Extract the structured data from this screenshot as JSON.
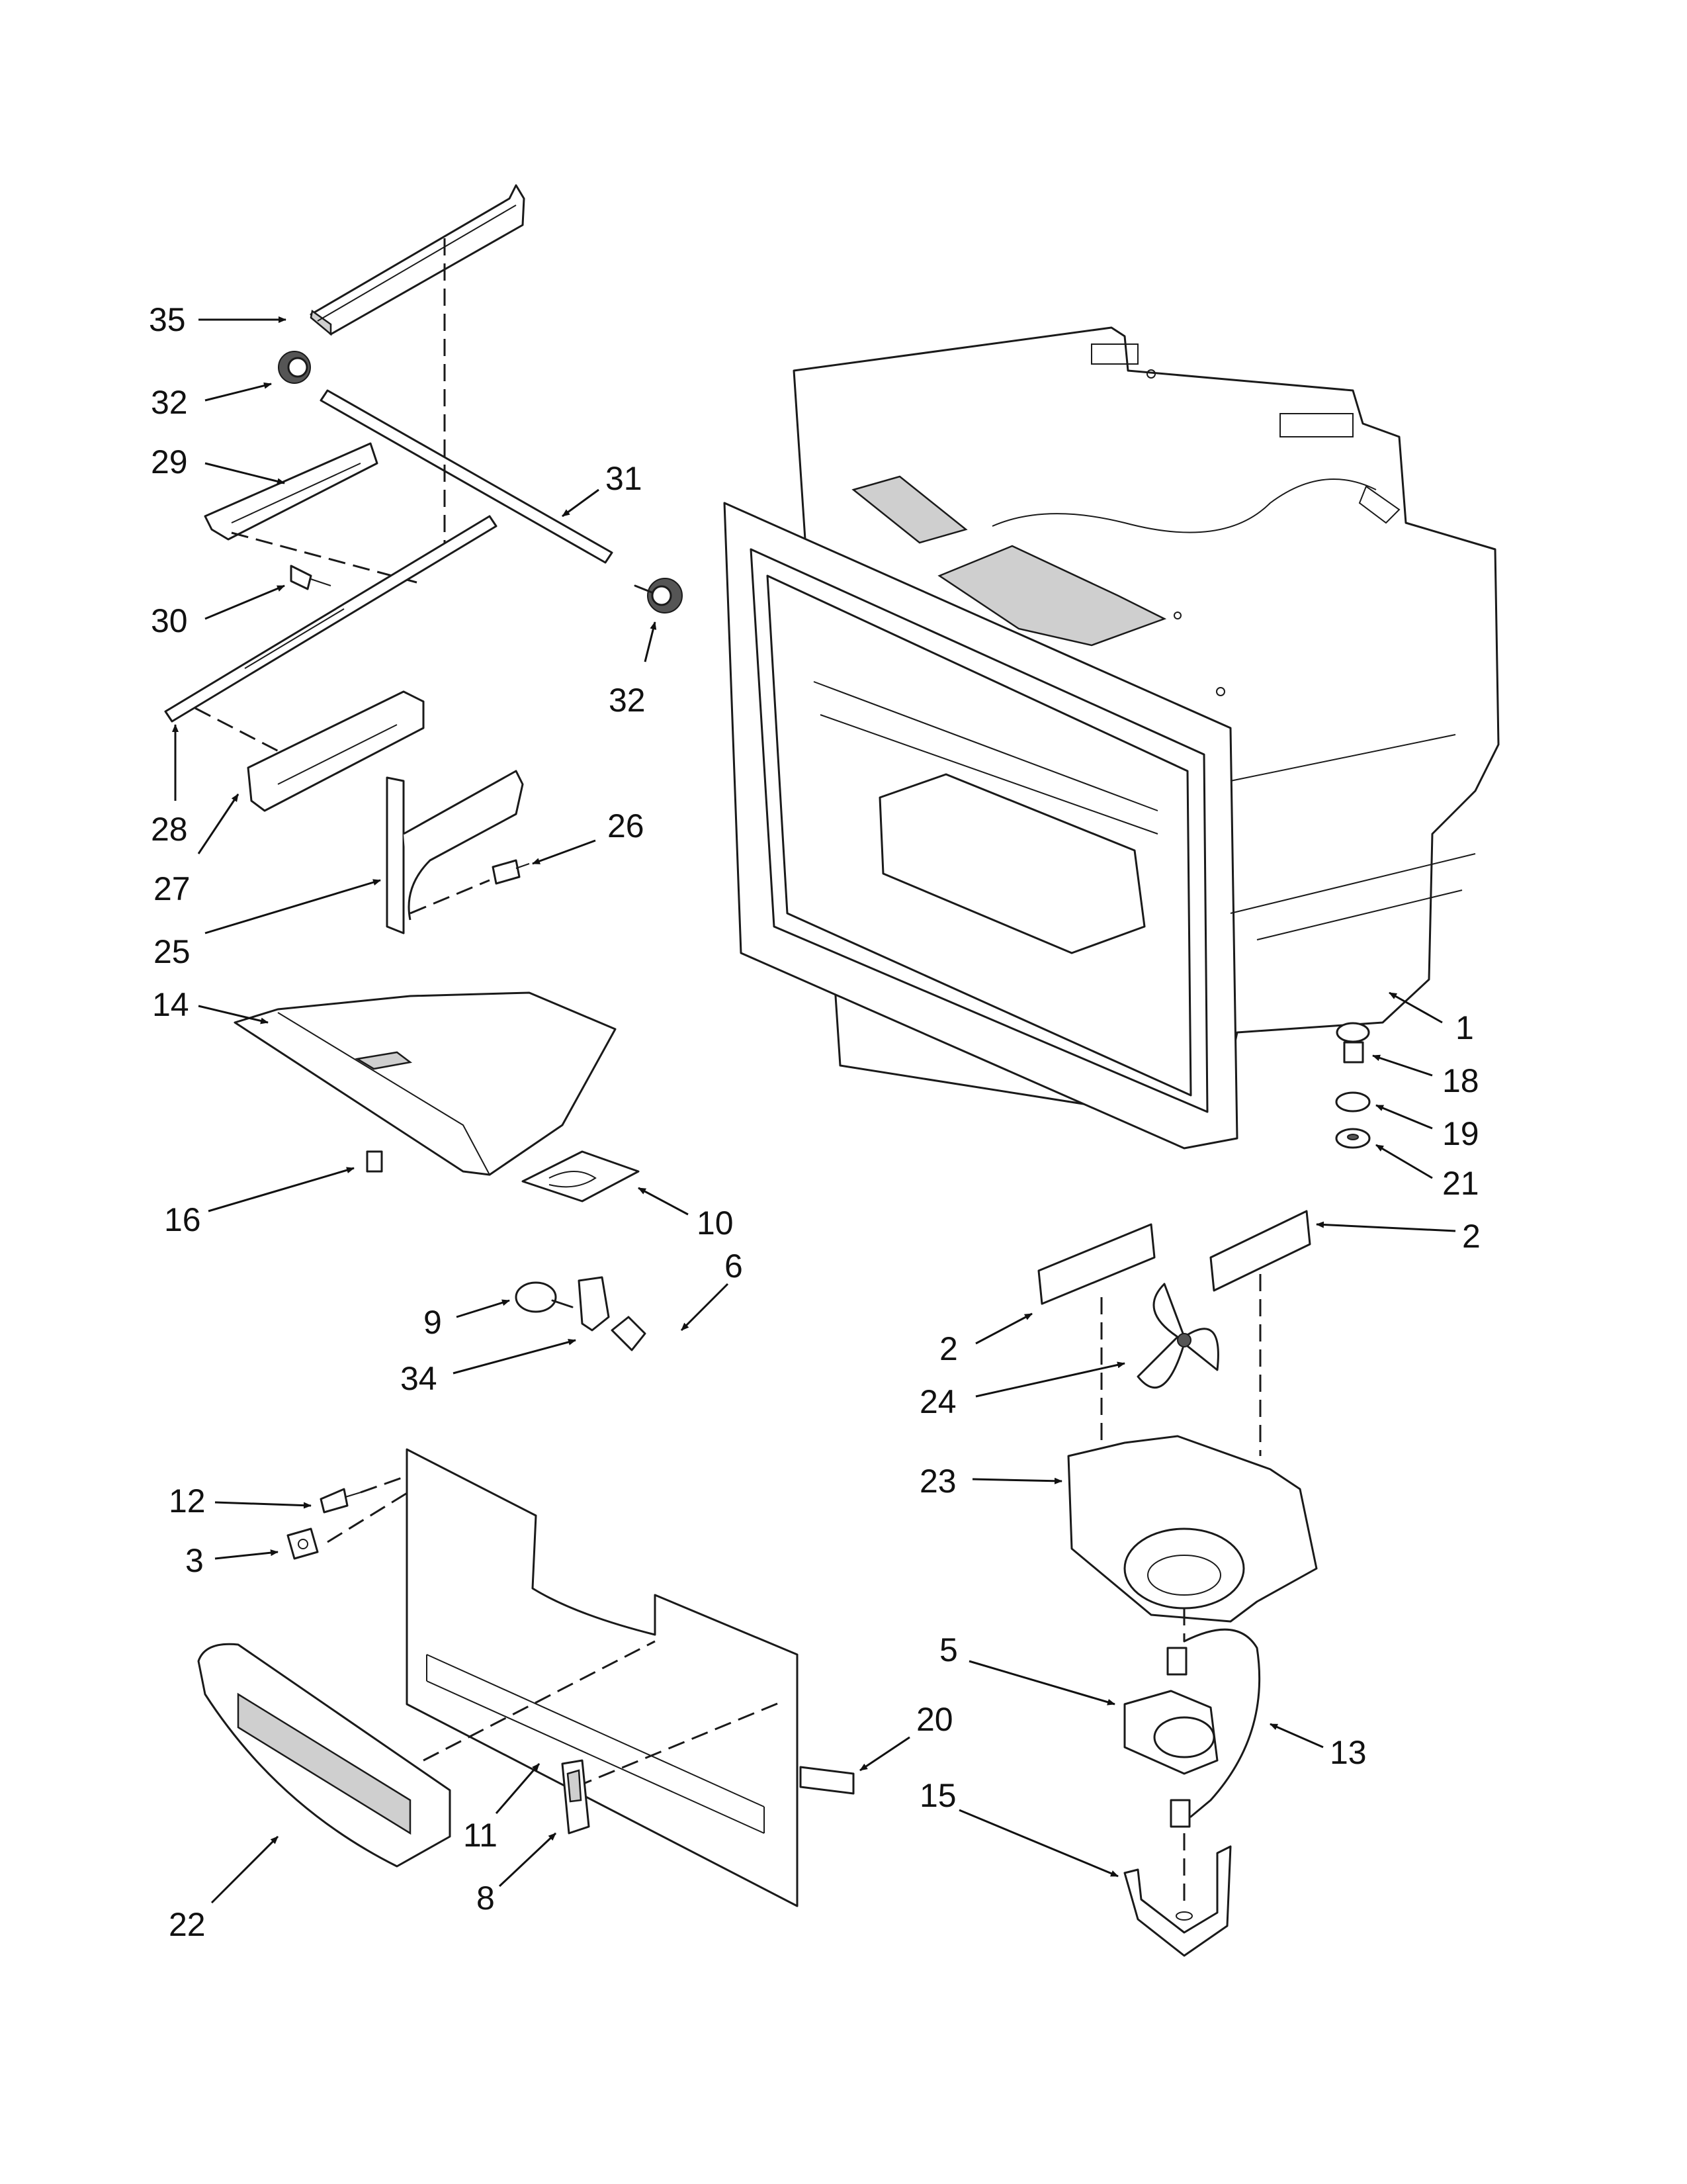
{
  "callouts": [
    {
      "id": "c35",
      "text": "35"
    },
    {
      "id": "c32a",
      "text": "32"
    },
    {
      "id": "c29",
      "text": "29"
    },
    {
      "id": "c31",
      "text": "31"
    },
    {
      "id": "c30",
      "text": "30"
    },
    {
      "id": "c32b",
      "text": "32"
    },
    {
      "id": "c28",
      "text": "28"
    },
    {
      "id": "c27",
      "text": "27"
    },
    {
      "id": "c26",
      "text": "26"
    },
    {
      "id": "c25",
      "text": "25"
    },
    {
      "id": "c14",
      "text": "14"
    },
    {
      "id": "c1",
      "text": "1"
    },
    {
      "id": "c18",
      "text": "18"
    },
    {
      "id": "c19",
      "text": "19"
    },
    {
      "id": "c21",
      "text": "21"
    },
    {
      "id": "c16",
      "text": "16"
    },
    {
      "id": "c10",
      "text": "10"
    },
    {
      "id": "c2a",
      "text": "2"
    },
    {
      "id": "c6",
      "text": "6"
    },
    {
      "id": "c9",
      "text": "9"
    },
    {
      "id": "c2b",
      "text": "2"
    },
    {
      "id": "c34",
      "text": "34"
    },
    {
      "id": "c24",
      "text": "24"
    },
    {
      "id": "c12",
      "text": "12"
    },
    {
      "id": "c23",
      "text": "23"
    },
    {
      "id": "c3",
      "text": "3"
    },
    {
      "id": "c5",
      "text": "5"
    },
    {
      "id": "c20",
      "text": "20"
    },
    {
      "id": "c13",
      "text": "13"
    },
    {
      "id": "c15",
      "text": "15"
    },
    {
      "id": "c11",
      "text": "11"
    },
    {
      "id": "c8",
      "text": "8"
    },
    {
      "id": "c22",
      "text": "22"
    }
  ]
}
